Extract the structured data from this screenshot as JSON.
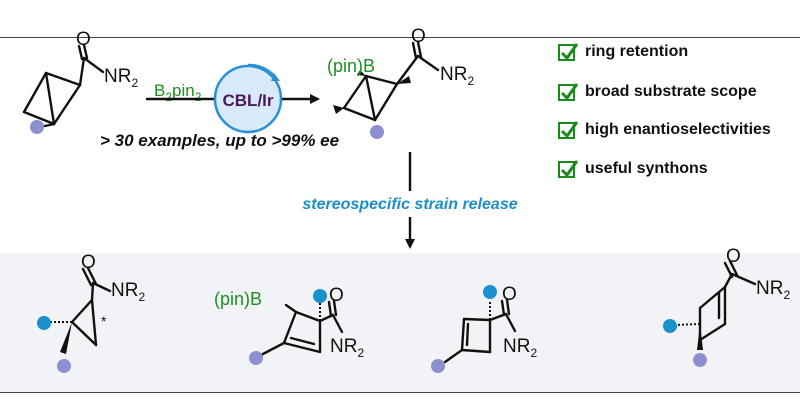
{
  "reagent": {
    "b2pin2": "B2pin2",
    "b_part": "B",
    "two_a": "2",
    "pin_part": "pin",
    "two_b": "2",
    "catalyst": "CBL/Ir"
  },
  "conditions_note": "> 30 examples, up to >99% ee",
  "step2_label": "stereospecific strain release",
  "groups": {
    "nr2": "NR",
    "nr2_sub": "2",
    "oxygen": "O",
    "bpin": "(pin)B",
    "star": "*"
  },
  "highlights": [
    {
      "label": "ring retention"
    },
    {
      "label": "broad substrate scope"
    },
    {
      "label": "high enantioselectivities"
    },
    {
      "label": "useful synthons"
    }
  ],
  "colors": {
    "substituent_purple": "#8d8fd0",
    "substituent_blue": "#1a90cc",
    "check_green": "#1a8a1a",
    "boron_green": "#1f8f1f",
    "catalyst_text": "#4a1a58",
    "catalyst_fill": "#d8eaf9",
    "catalyst_ring": "#2b8fd6",
    "label_blue": "#1d8ec9"
  }
}
